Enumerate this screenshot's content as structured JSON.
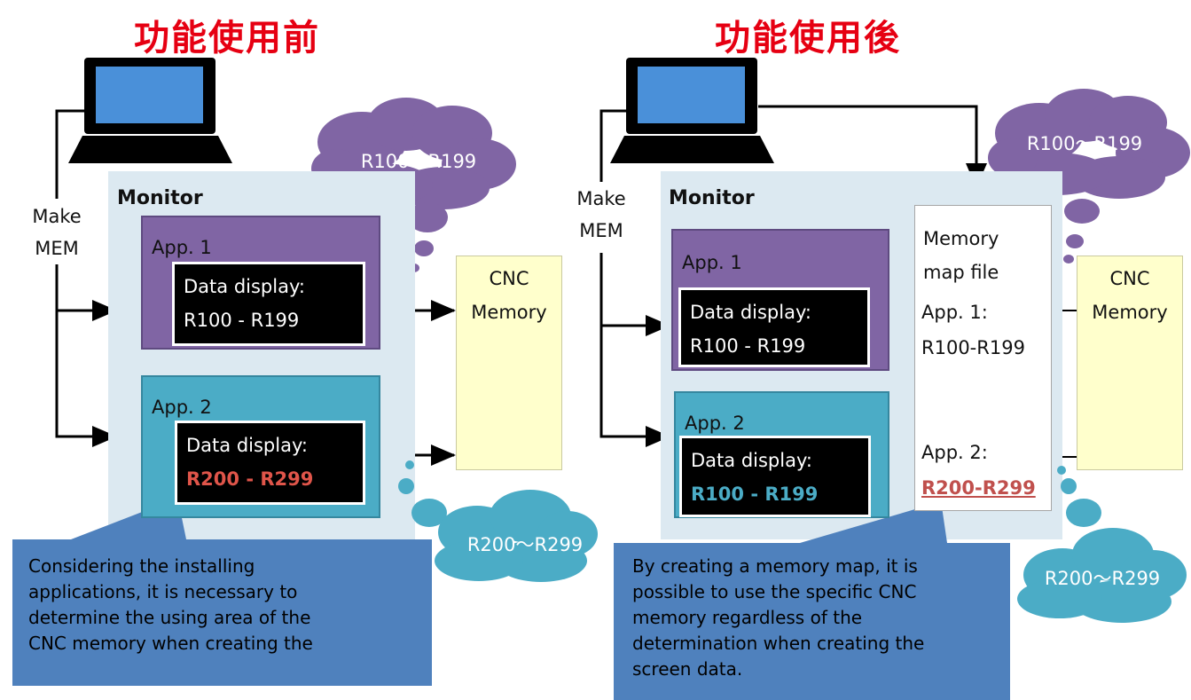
{
  "left": {
    "title": "功能使用前",
    "side_label": [
      "Make",
      "MEM"
    ],
    "monitor_title": "Monitor",
    "app1": {
      "label": "App. 1",
      "display_line1": "Data display:",
      "display_line2": "R100 - R199"
    },
    "app2": {
      "label": "App. 2",
      "display_line1": "Data display:",
      "display_line2": "R200 - R299"
    },
    "cnc": [
      "CNC",
      "Memory"
    ],
    "cloud_top": "R100～R199",
    "cloud_bottom": "R200～R299",
    "callout": [
      "Considering the installing",
      "applications, it is necessary to",
      "determine the using area of the",
      "CNC memory when creating the"
    ]
  },
  "right": {
    "title": "功能使用後",
    "side_label": [
      "Make",
      "MEM"
    ],
    "monitor_title": "Monitor",
    "app1": {
      "label": "App. 1",
      "display_line1": "Data display:",
      "display_line2": "R100 - R199"
    },
    "app2": {
      "label": "App. 2",
      "display_line1": "Data display:",
      "display_line2": "R100 - R199"
    },
    "memory_map": {
      "title_line1": "Memory",
      "title_line2": "map file",
      "app1_label": "App. 1:",
      "app1_range": "R100-R199",
      "app2_label": "App. 2:",
      "app2_range": "R200-R299"
    },
    "cnc": [
      "CNC",
      "Memory"
    ],
    "cloud_top": "R100～R199",
    "cloud_bottom": "R200～R299",
    "callout": [
      "By creating a memory map, it is",
      "possible to use the specific CNC",
      "memory regardless of the",
      "determination when creating the",
      "screen data."
    ]
  },
  "colors": {
    "title": "#e60012",
    "purple": "#8065a4",
    "teal": "#4bacc6",
    "panel": "#dce9f1",
    "callout": "#4f81bd",
    "cnc": "#ffffcc",
    "red_value": "#e0554a"
  },
  "icons": [
    "laptop-icon",
    "arrow-icon",
    "thought-cloud-icon"
  ]
}
